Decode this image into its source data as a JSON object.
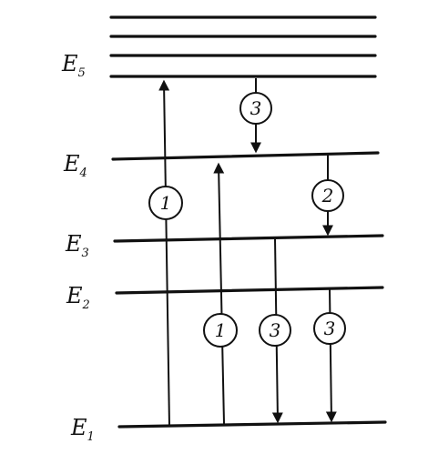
{
  "levels": [
    {
      "name": "E",
      "sub": "5"
    },
    {
      "name": "E",
      "sub": "4"
    },
    {
      "name": "E",
      "sub": "3"
    },
    {
      "name": "E",
      "sub": "2"
    },
    {
      "name": "E",
      "sub": "1"
    }
  ],
  "transitions": [
    {
      "label": "1",
      "from": "E1",
      "to": "E5"
    },
    {
      "label": "1",
      "from": "E1",
      "to": "E4"
    },
    {
      "label": "3",
      "from": "E5",
      "to": "E4"
    },
    {
      "label": "2",
      "from": "E4",
      "to": "E3"
    },
    {
      "label": "3",
      "from": "E3",
      "to": "E1"
    },
    {
      "label": "3",
      "from": "E2",
      "to": "E1"
    }
  ]
}
